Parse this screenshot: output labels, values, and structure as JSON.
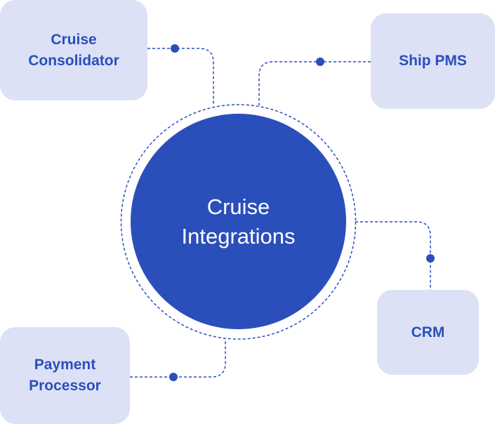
{
  "hub": {
    "line1": "Cruise",
    "line2": "Integrations"
  },
  "nodes": [
    {
      "id": "cruise-consolidator",
      "line1": "Cruise",
      "line2": "Consolidator"
    },
    {
      "id": "ship-pms",
      "line1": "Ship PMS"
    },
    {
      "id": "crm",
      "line1": "CRM"
    },
    {
      "id": "payment-processor",
      "line1": "Payment",
      "line2": "Processor"
    }
  ],
  "colors": {
    "primary": "#2b4fba",
    "node_bg": "#dce1f6",
    "hub_text": "#ffffff"
  }
}
